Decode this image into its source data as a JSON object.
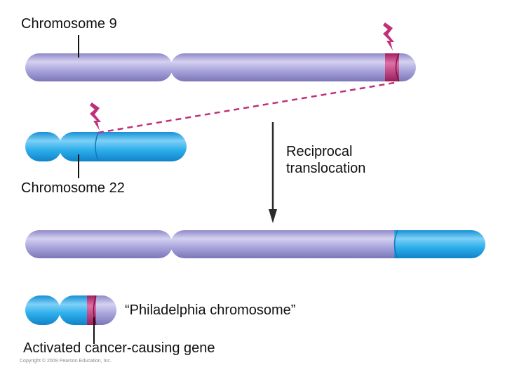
{
  "labels": {
    "chromosome_9": "Chromosome 9",
    "chromosome_22": "Chromosome 22",
    "translocation": [
      "Reciprocal",
      "translocation"
    ],
    "philadelphia": "“Philadelphia chromosome”",
    "activated_gene": "Activated cancer-causing gene",
    "copyright": "Copyright © 2009 Pearson Education, Inc."
  },
  "colors": {
    "chromosome_9": "#a8a4dc",
    "chromosome_22": "#2aa8e6",
    "break_band": "#c0307a",
    "dashed_line": "#c0307a",
    "lightning": "#c0307a",
    "arrow": "#2b2b2b"
  }
}
